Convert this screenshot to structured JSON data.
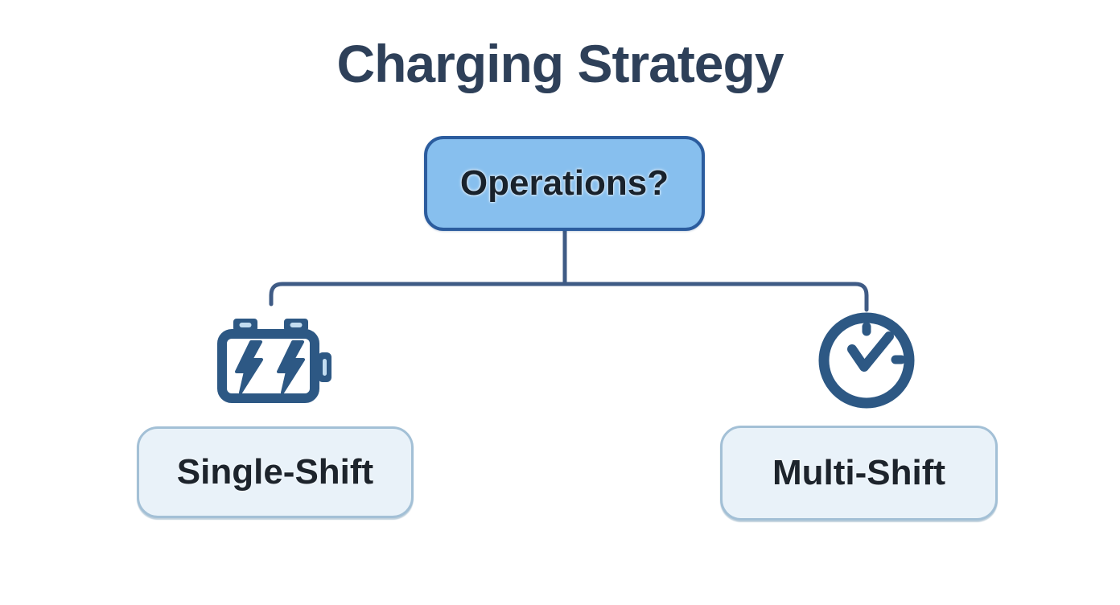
{
  "diagram": {
    "title": "Charging Strategy",
    "root": {
      "label": "Operations?"
    },
    "branches": [
      {
        "label": "Single-Shift",
        "icon": "battery-charging-icon"
      },
      {
        "label": "Multi-Shift",
        "icon": "clock-icon"
      }
    ],
    "colors": {
      "background": "#ffffff",
      "title_text": "#2e4059",
      "root_fill": "#87bfee",
      "root_border": "#2b5c9e",
      "root_text": "#19222c",
      "connector": "#3f5b85",
      "icon": "#2d5884",
      "icon_accent": "#c3ddf1",
      "leaf_fill": "#e9f2f9",
      "leaf_border": "#a3c0d6",
      "leaf_text": "#1d242c"
    }
  }
}
